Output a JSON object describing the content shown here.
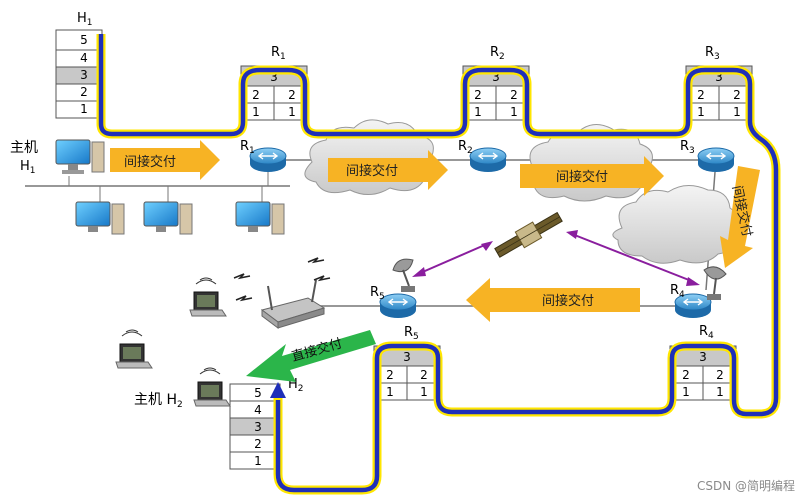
{
  "hosts": {
    "h1": {
      "top_label_main": "H",
      "top_label_sub": "1",
      "side_label_main": "主机",
      "side_label_h": "H",
      "side_label_sub": "1"
    },
    "h2": {
      "side_label_main": "主机 H",
      "side_label_sub": "2",
      "stack_label_main": "H",
      "stack_label_sub": "2"
    }
  },
  "stacks": {
    "h1": [
      "5",
      "4",
      "3",
      "2",
      "1"
    ],
    "h2": [
      "5",
      "4",
      "3",
      "2",
      "1"
    ],
    "router_top": "3",
    "router_cells": [
      "2",
      "2",
      "1",
      "1"
    ]
  },
  "routers": {
    "r1": {
      "main": "R",
      "sub": "1"
    },
    "r2": {
      "main": "R",
      "sub": "2"
    },
    "r3": {
      "main": "R",
      "sub": "3"
    },
    "r4": {
      "main": "R",
      "sub": "4"
    },
    "r5": {
      "main": "R",
      "sub": "5"
    }
  },
  "arrows": {
    "indirect_label": "间接交付",
    "direct_label": "直接交付"
  },
  "colors": {
    "path_blue": "#1f2fb8",
    "path_yellow": "#ffe600",
    "arrow_orange": "#f7b324",
    "arrow_green": "#2bb54a",
    "router_blue": "#3d9ad7",
    "link_purple": "#8a1e9e",
    "layer3_gray": "#c8c8c8"
  },
  "icons": [
    "monitor-icon",
    "router-icon",
    "satellite-icon",
    "satellite-dish-icon",
    "cloud-icon",
    "wireless-ap-icon",
    "laptop-icon",
    "signal-icon"
  ],
  "watermark": "CSDN @简明编程"
}
